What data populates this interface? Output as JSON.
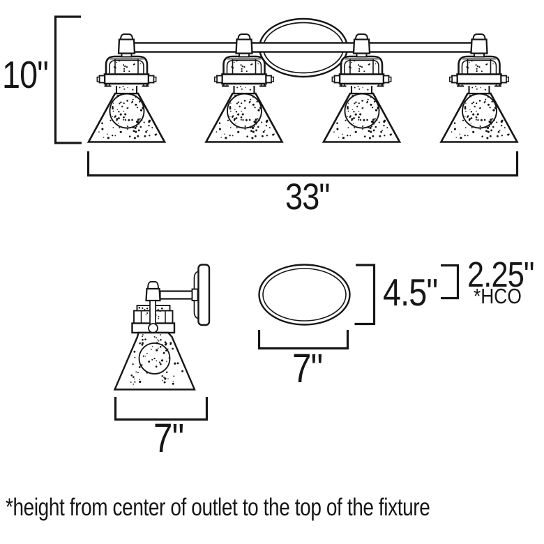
{
  "diagram": {
    "front_view": {
      "height_label": "10\"",
      "width_label": "33\""
    },
    "side_view": {
      "depth_label": "7\""
    },
    "canopy_view": {
      "width_label": "7\"",
      "height_label": "4.5\"",
      "hco_label": "2.25\"",
      "hco_abbrev": "*HCO"
    },
    "footnote": "*height from center of outlet to the top of the fixture"
  },
  "colors": {
    "line": "#161616",
    "background": "#ffffff"
  }
}
